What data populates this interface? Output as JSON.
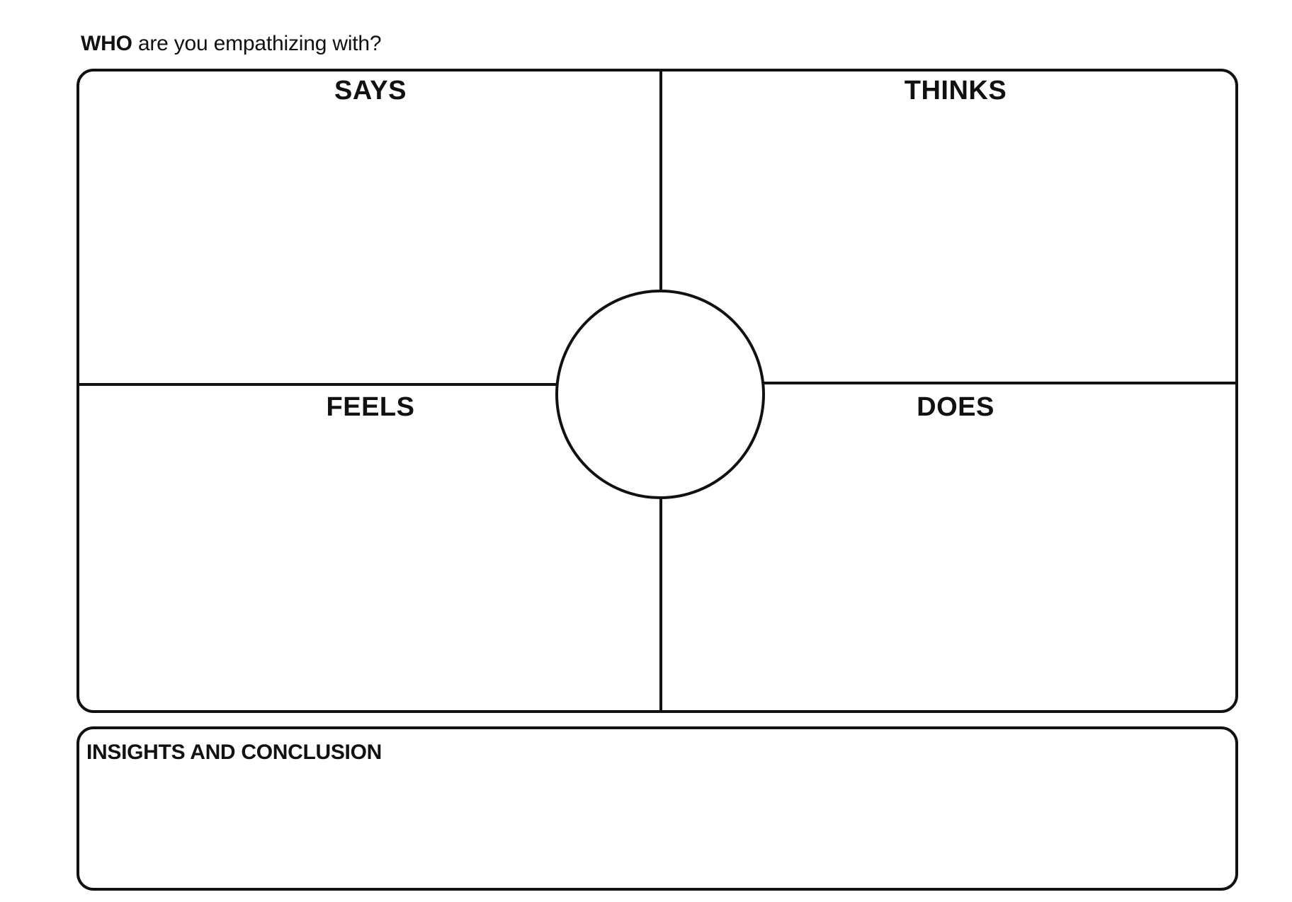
{
  "prompt": {
    "emphasis": "WHO",
    "rest": " are you empathizing with?"
  },
  "quadrants": {
    "says": "SAYS",
    "thinks": "THINKS",
    "feels": "FEELS",
    "does": "DOES"
  },
  "insights": {
    "label": "INSIGHTS AND CONCLUSION"
  },
  "colors": {
    "ink": "#111111",
    "paper": "#ffffff"
  }
}
